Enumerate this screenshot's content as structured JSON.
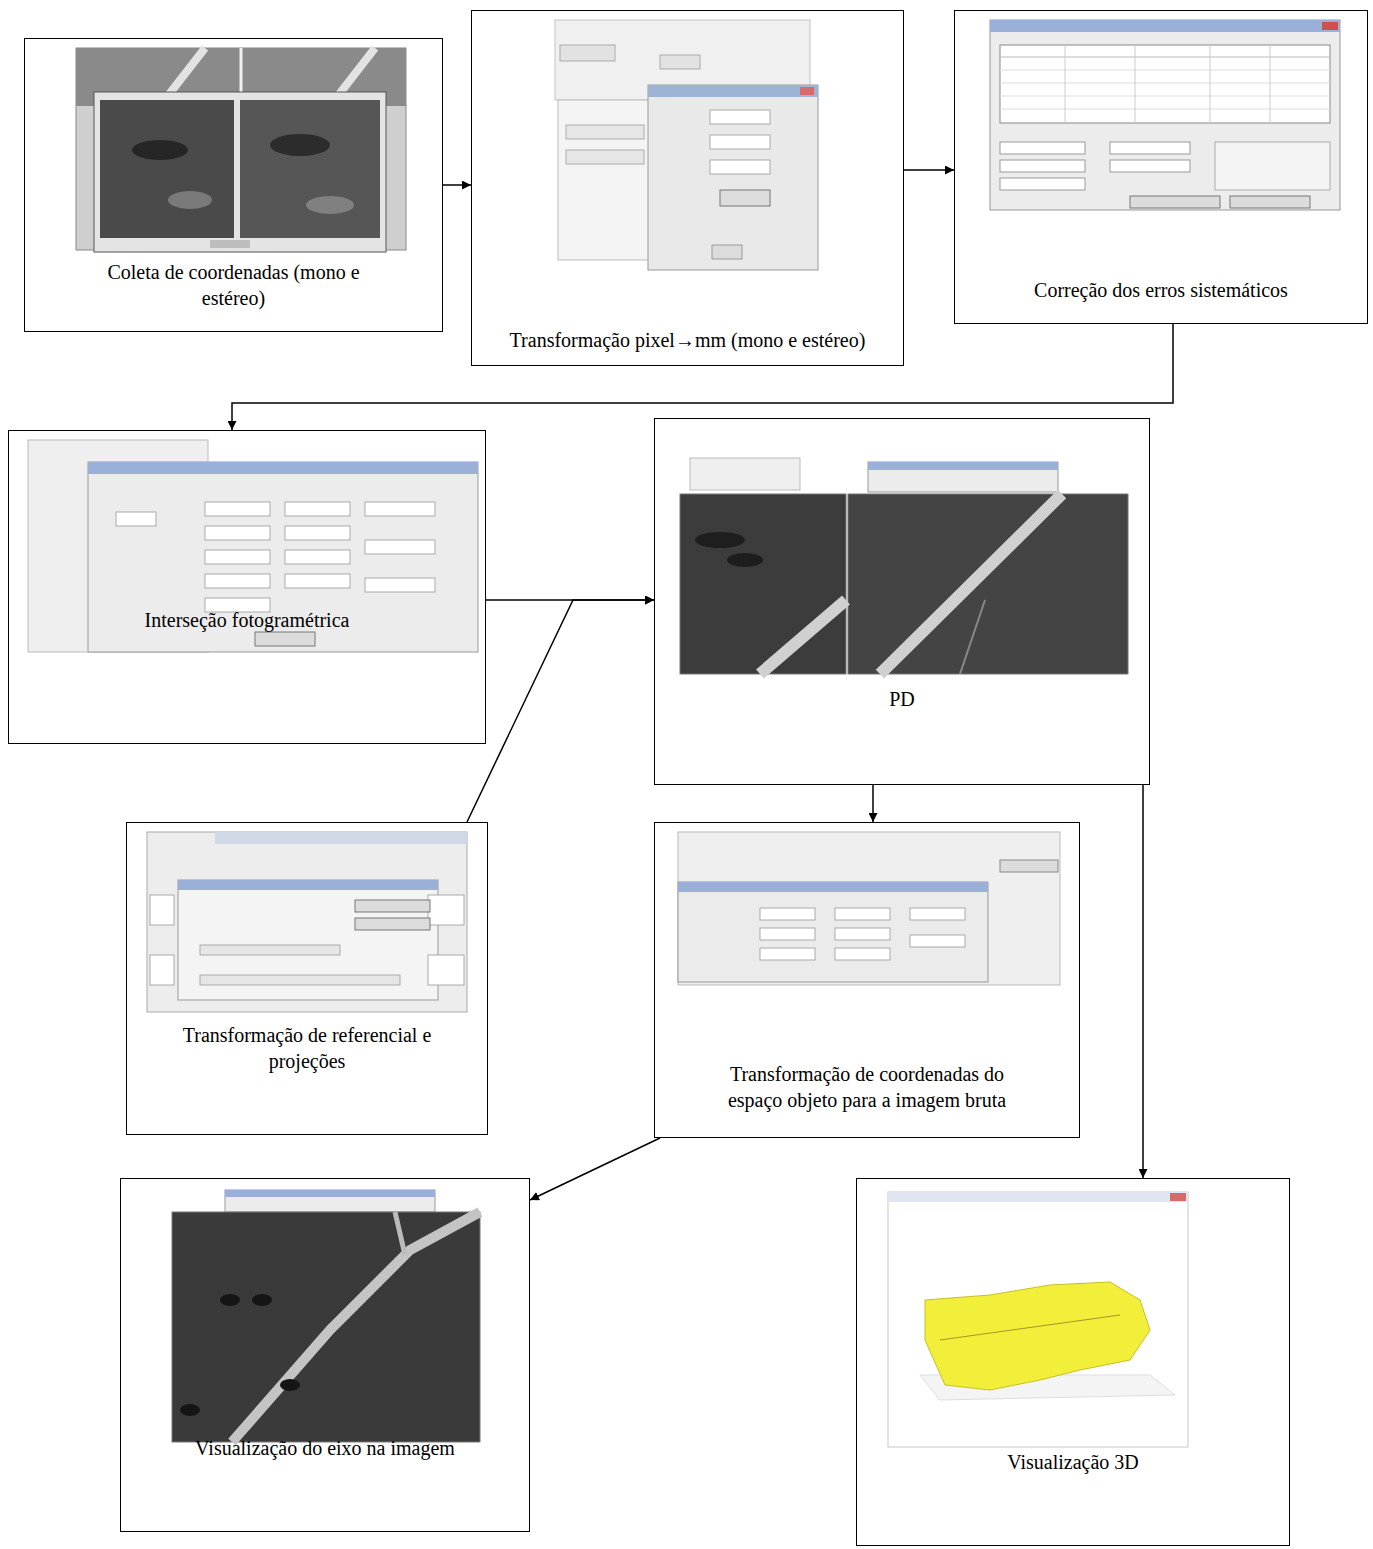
{
  "diagram": {
    "nodes": [
      {
        "text": [
          "Coleta de coordenadas (mono e estéreo)"
        ]
      },
      {
        "text": [
          "Transformação pixel→mm (mono e estéreo)"
        ]
      },
      {
        "text": [
          "Correção dos erros sistemáticos"
        ]
      },
      {
        "text": [
          "Interseção fotogramétrica"
        ]
      },
      {
        "text": [
          "PD"
        ]
      },
      {
        "text": [
          "Transformação de referencial e projeções"
        ]
      },
      {
        "text": [
          "Transformação de coordenadas do espaço objeto para a imagem bruta"
        ]
      },
      {
        "text": [
          "Visualização do eixo na imagem"
        ]
      },
      {
        "text": [
          "Visualização 3D"
        ]
      }
    ],
    "edges": [
      {
        "from": 0,
        "to": 1,
        "arrow": "to"
      },
      {
        "from": 1,
        "to": 2,
        "arrow": "to"
      },
      {
        "from": 2,
        "to": 3,
        "arrow": "to"
      },
      {
        "from": 3,
        "to": 4,
        "arrow": "to"
      },
      {
        "from": 5,
        "to": 4,
        "arrow": "to"
      },
      {
        "from": 4,
        "to": 6,
        "arrow": "to"
      },
      {
        "from": 4,
        "to": 8,
        "arrow": "to"
      },
      {
        "from": 6,
        "to": 7,
        "arrow": "to"
      }
    ]
  }
}
